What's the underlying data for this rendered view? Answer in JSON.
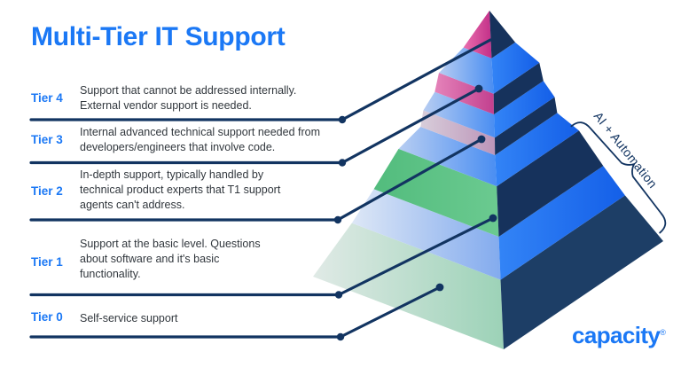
{
  "title": "Multi-Tier IT Support",
  "tiers": [
    {
      "label": "Tier 4",
      "lines": [
        "Support that cannot be addressed internally.",
        "External vendor support is needed."
      ]
    },
    {
      "label": "Tier 3",
      "lines": [
        "Internal advanced technical support needed from",
        "developers/engineers that involve code."
      ]
    },
    {
      "label": "Tier 2",
      "lines": [
        "In-depth support, typically handled by",
        "technical product experts that T1 support",
        "agents can't address."
      ]
    },
    {
      "label": "Tier 1",
      "lines": [
        "Support at the basic level. Questions",
        "about software and it's basic",
        "functionality."
      ]
    },
    {
      "label": "Tier 0",
      "lines": [
        "Self-service support"
      ]
    }
  ],
  "annotation": "AI + Automation",
  "logo": {
    "text": "capacity",
    "registered": "®"
  },
  "colors": {
    "accent": "#1b78f5",
    "navy": "#123461",
    "text": "#31373d",
    "face_navy": "#16325c",
    "face_navy_bottom": "#1d3e66",
    "pink": "#c22f88",
    "lavender": "#bc95b9",
    "green": "#54be7f",
    "pale_green": "#9cd2b7",
    "rim_blue": "#1a6bf2"
  }
}
